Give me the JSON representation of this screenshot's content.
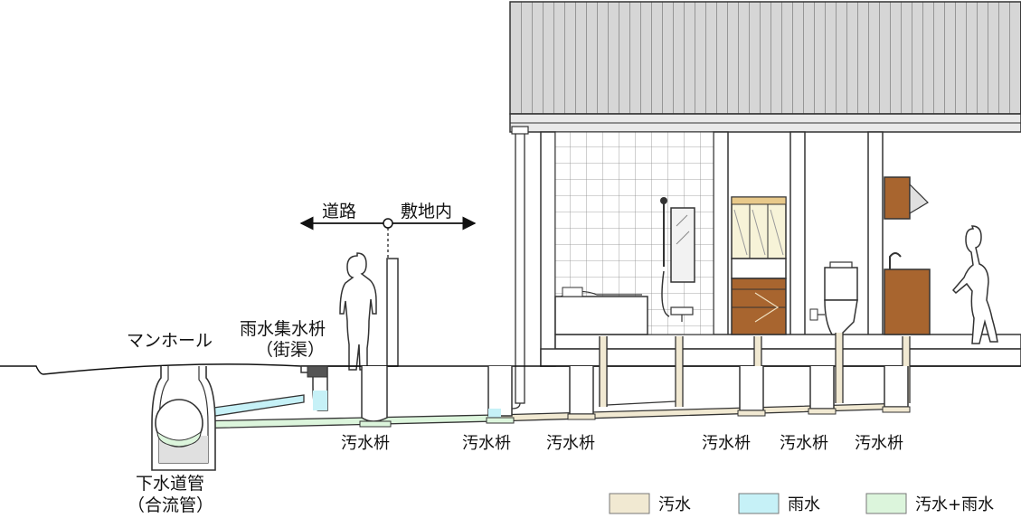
{
  "labels": {
    "road": "道路",
    "premises": "敷地内",
    "manhole": "マンホール",
    "rain_basin": "雨水集水枡",
    "gutter": "（街渠）",
    "sewer_main": "下水道管",
    "combined_pipe": "（合流管）",
    "sewage_basin": "汚水枡"
  },
  "legend": [
    {
      "label": "汚水",
      "color": "#f1e9d2"
    },
    {
      "label": "雨水",
      "color": "#c6f1f7"
    },
    {
      "label": "汚水+雨水",
      "color": "#dcf5dc"
    }
  ],
  "colors": {
    "sewage": "#f1e9d2",
    "rain": "#c6f1f7",
    "mixed": "#dcf5dc",
    "wood": "#a8652f",
    "roof": "#d6d6d6"
  }
}
